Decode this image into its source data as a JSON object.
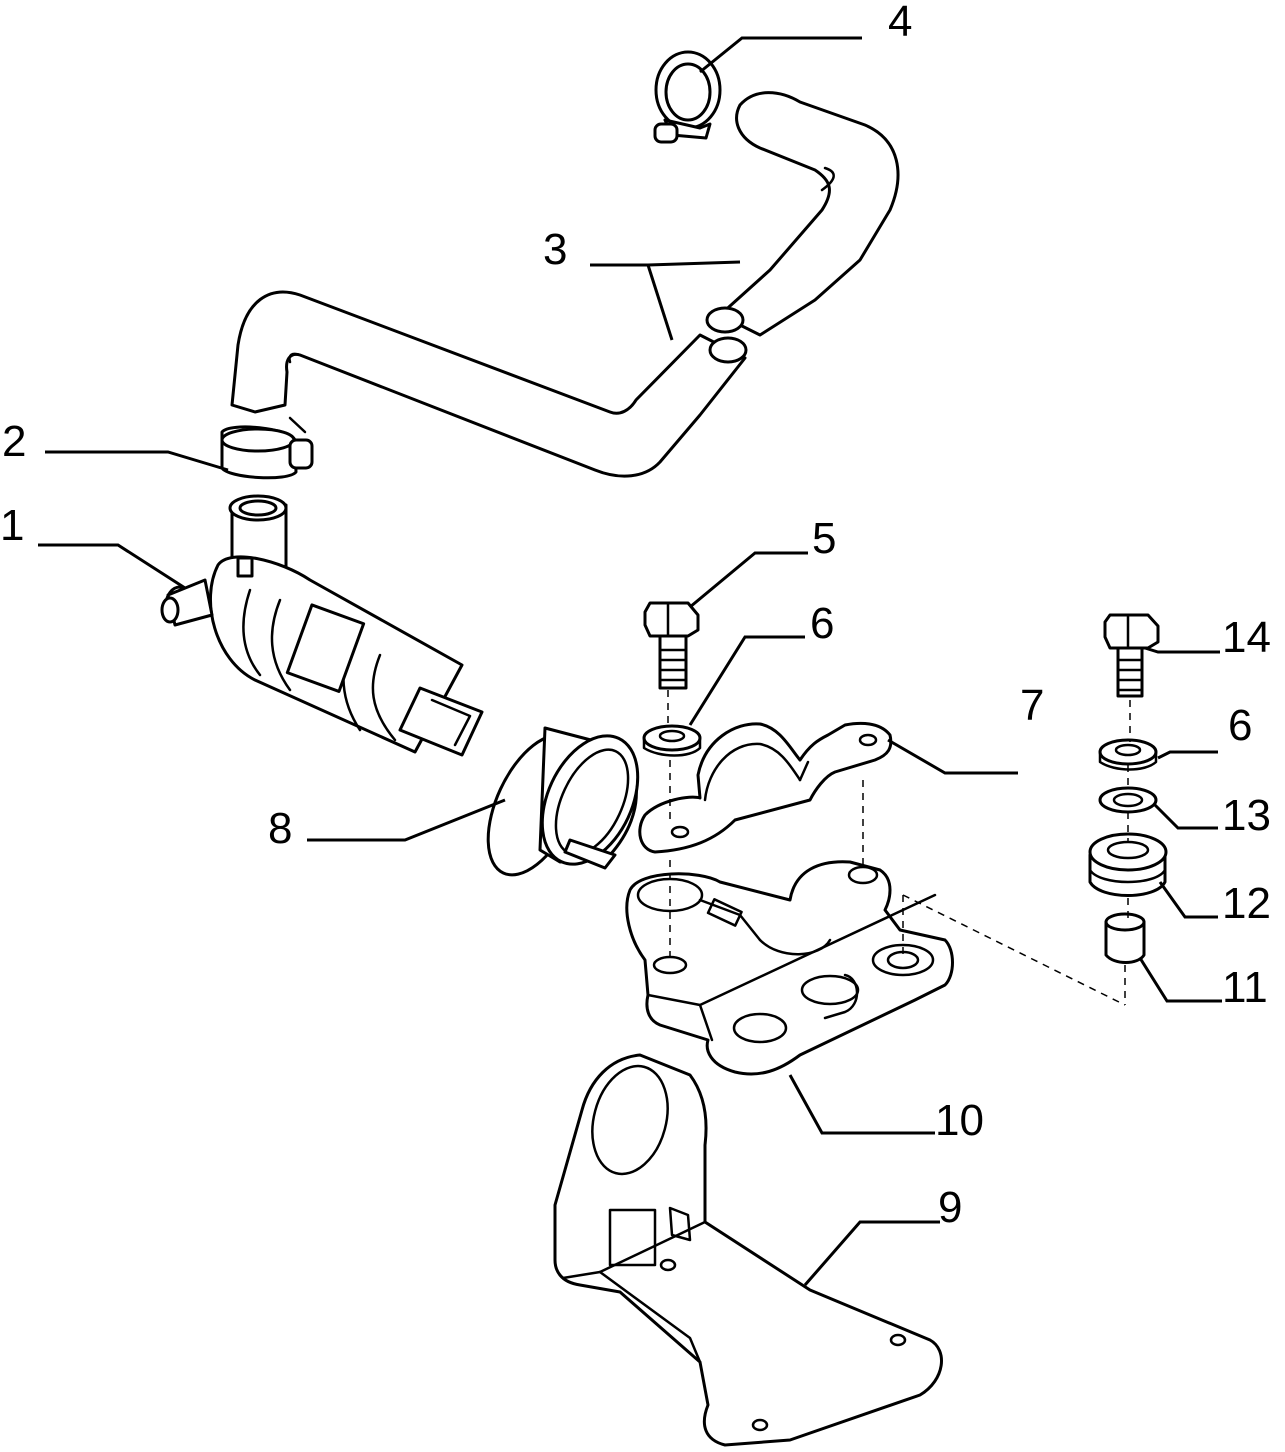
{
  "diagram": {
    "callouts": [
      {
        "id": "c1",
        "text": "1"
      },
      {
        "id": "c2",
        "text": "2"
      },
      {
        "id": "c3",
        "text": "3"
      },
      {
        "id": "c4",
        "text": "4"
      },
      {
        "id": "c5",
        "text": "5"
      },
      {
        "id": "c6a",
        "text": "6"
      },
      {
        "id": "c6b",
        "text": "6"
      },
      {
        "id": "c7",
        "text": "7"
      },
      {
        "id": "c8",
        "text": "8"
      },
      {
        "id": "c9",
        "text": "9"
      },
      {
        "id": "c10",
        "text": "10"
      },
      {
        "id": "c11",
        "text": "11"
      },
      {
        "id": "c12",
        "text": "12"
      },
      {
        "id": "c13",
        "text": "13"
      },
      {
        "id": "c14",
        "text": "14"
      }
    ]
  }
}
